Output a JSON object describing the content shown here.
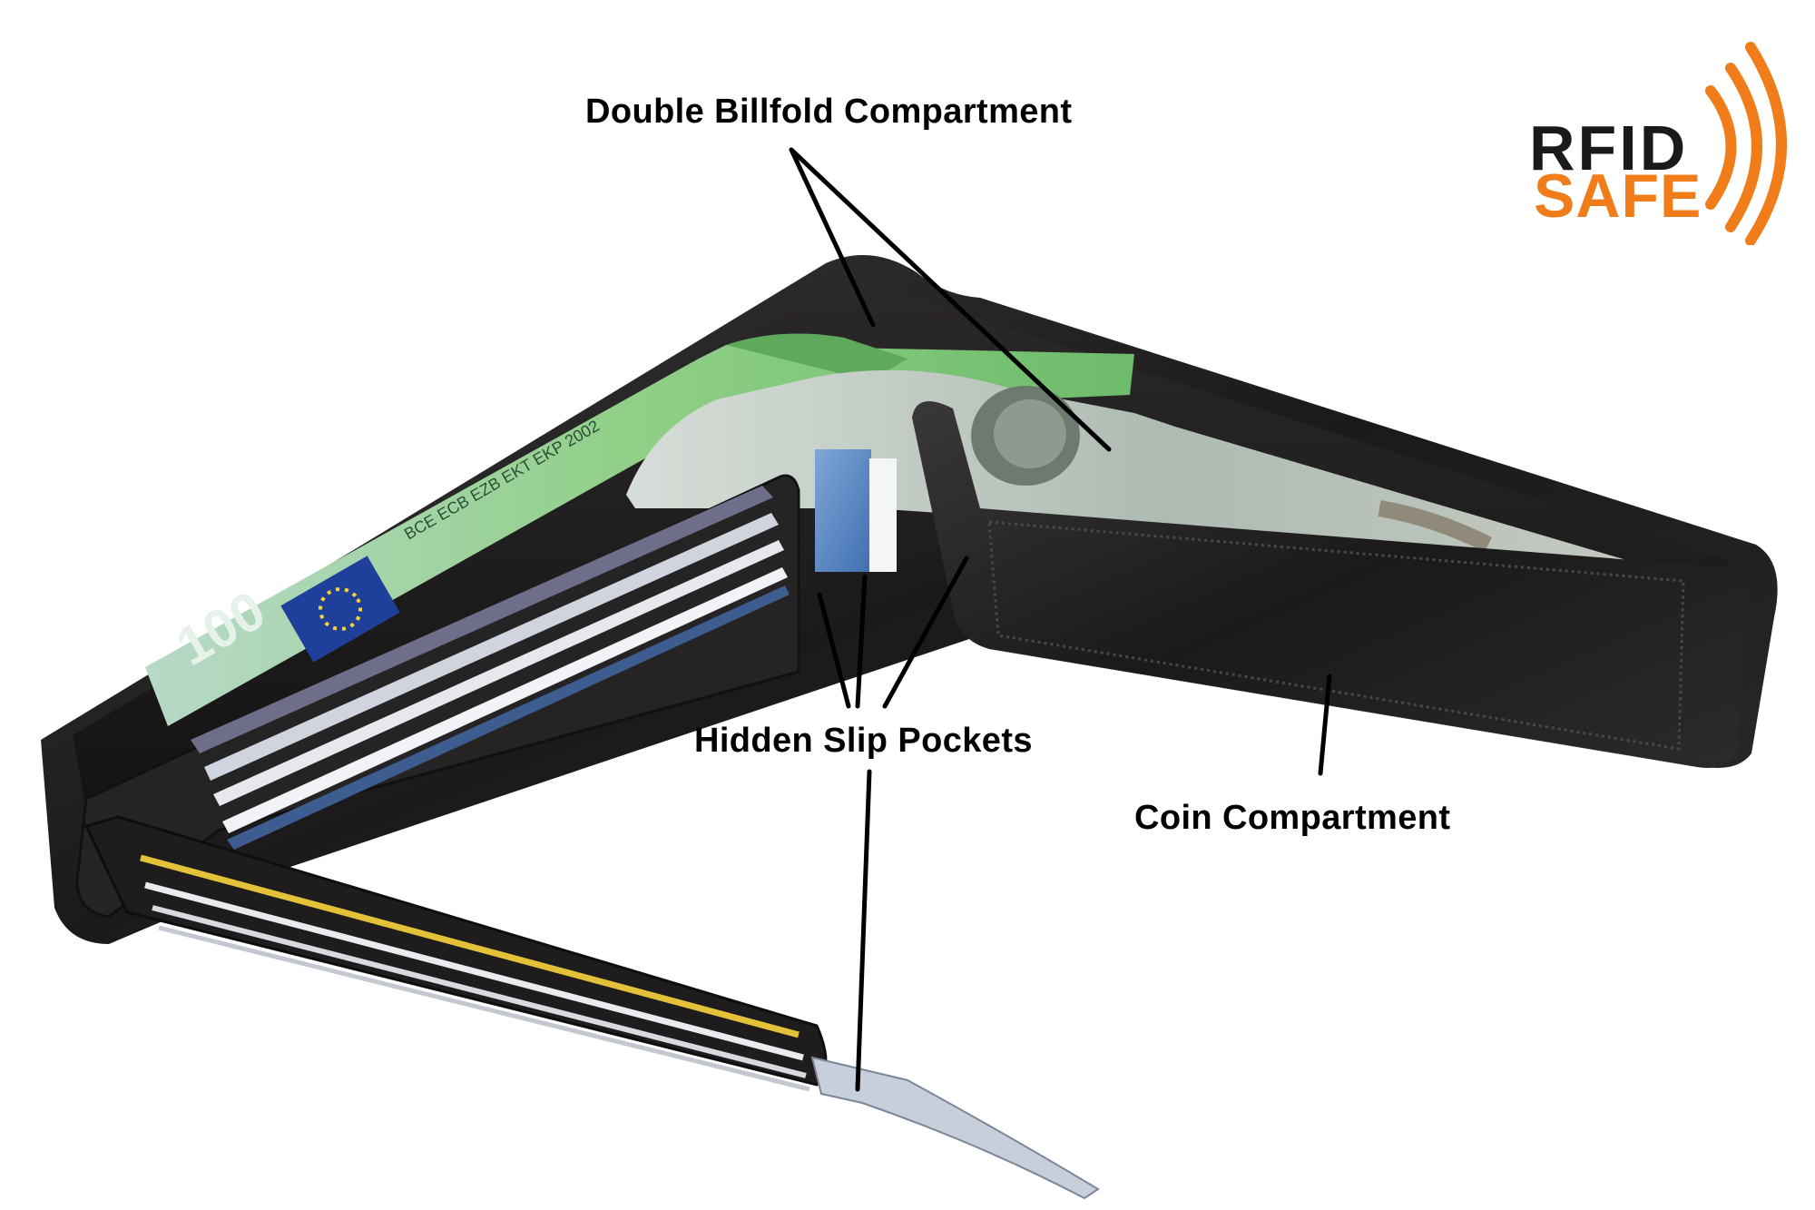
{
  "callouts": {
    "billfold": "Double Billfold Compartment",
    "slip_pockets": "Hidden Slip Pockets",
    "coin": "Coin Compartment"
  },
  "logo": {
    "line1": "RFID",
    "line2": "SAFE",
    "line1_color": "#1a1a1a",
    "line2_color": "#f07d1a",
    "wave_color": "#f07d1a"
  },
  "colors": {
    "background": "#ffffff",
    "leather": "#1c1a1b",
    "leather_highlight": "#3b3839",
    "euro_note": "#7fbf7a",
    "dollar_note": "#c9d3cc",
    "callout_line": "#000000"
  },
  "icons": [
    "rfid-wave-icon"
  ]
}
